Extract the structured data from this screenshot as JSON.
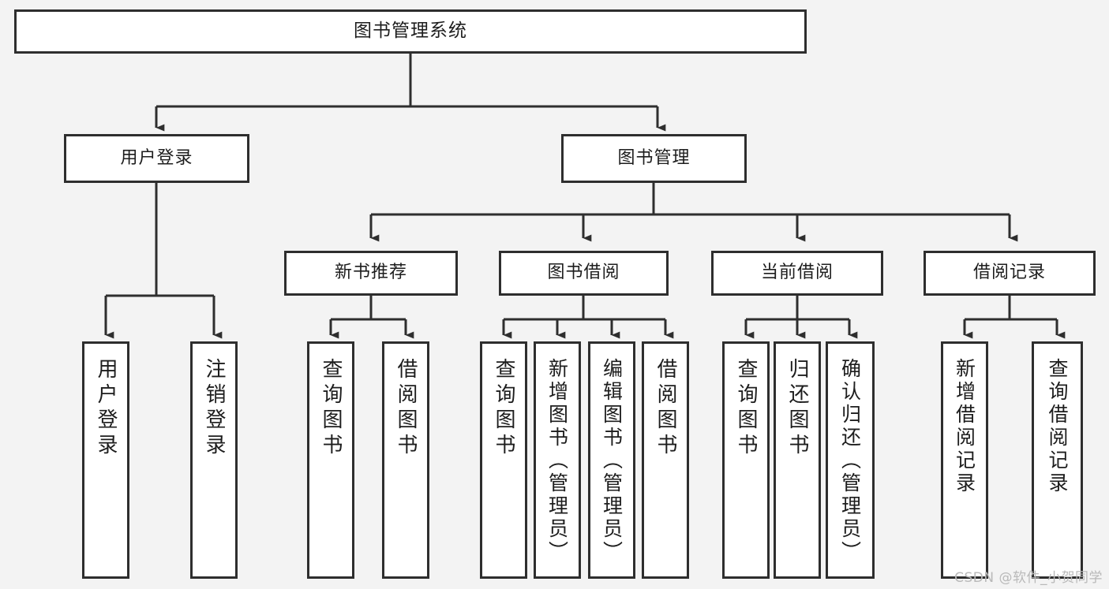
{
  "diagram": {
    "type": "tree",
    "title": "图书管理系统",
    "watermark": "CSDN @软件_小贺同学",
    "colors": {
      "background": "#f3f3f3",
      "node_fill": "#ffffff",
      "node_border": "#2e2e2e",
      "connector": "#2e2e2e",
      "watermark": "#b9b9b9"
    },
    "levels": {
      "root": {
        "label": "图书管理系统"
      },
      "level2": [
        {
          "label": "用户登录"
        },
        {
          "label": "图书管理"
        }
      ],
      "level3": [
        {
          "label": "新书推荐"
        },
        {
          "label": "图书借阅"
        },
        {
          "label": "当前借阅"
        },
        {
          "label": "借阅记录"
        }
      ]
    },
    "leaves": {
      "user_login": [
        {
          "label": "用户登录"
        },
        {
          "label": "注销登录"
        }
      ],
      "new_book_rec": [
        {
          "label": "查询图书"
        },
        {
          "label": "借阅图书"
        }
      ],
      "book_borrow": [
        {
          "label": "查询图书"
        },
        {
          "label": "新增图书（管理员）"
        },
        {
          "label": "编辑图书（管理员）"
        },
        {
          "label": "借阅图书"
        }
      ],
      "current_borrow": [
        {
          "label": "查询图书"
        },
        {
          "label": "归还图书"
        },
        {
          "label": "确认归还（管理员）"
        }
      ],
      "borrow_record": [
        {
          "label": "新增借阅记录"
        },
        {
          "label": "查询借阅记录"
        }
      ]
    }
  }
}
